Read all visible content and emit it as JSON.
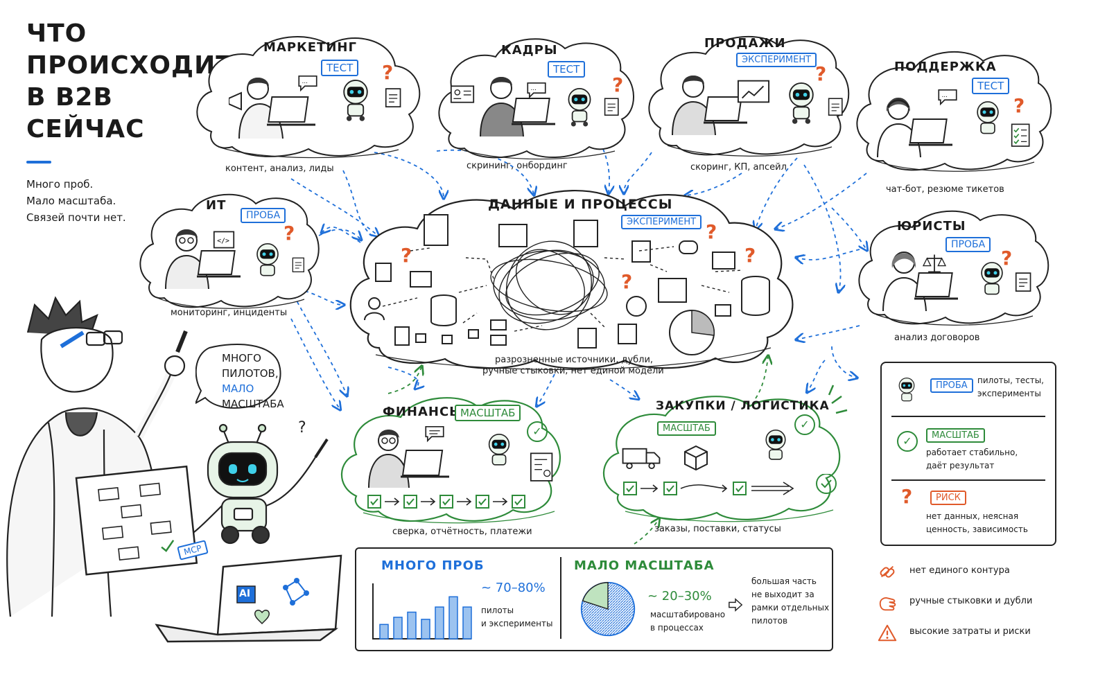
{
  "title": {
    "line1": "ЧТО",
    "line2": "ПРОИСХОДИТ",
    "line3": "В B2B",
    "line4": "СЕЙЧАС"
  },
  "subtitle": {
    "line1": "Много проб.",
    "line2": "Мало масштаба.",
    "line3": "Связей почти нет."
  },
  "departments": {
    "marketing": {
      "name": "МАРКЕТИНГ",
      "badge": "ТЕСТ",
      "caption": "контент, анализ, лиды",
      "mark": "?"
    },
    "hr": {
      "name": "КАДРЫ",
      "badge": "ТЕСТ",
      "caption": "скрининг, онбординг",
      "mark": "?"
    },
    "sales": {
      "name": "ПРОДАЖИ",
      "badge": "ЭКСПЕРИМЕНТ",
      "caption": "скоринг, КП, апсейл",
      "mark": "?"
    },
    "support": {
      "name": "ПОДДЕРЖКА",
      "badge": "ТЕСТ",
      "caption": "чат-бот, резюме тикетов",
      "mark": "?"
    },
    "it": {
      "name": "ИТ",
      "badge": "ПРОБА",
      "caption": "мониторинг, инциденты",
      "mark": "?"
    },
    "legal": {
      "name": "ЮРИСТЫ",
      "badge": "ПРОБА",
      "caption": "анализ договоров",
      "mark": "?"
    },
    "finance": {
      "name": "ФИНАНСЫ",
      "badge": "МАСШТАБ",
      "caption": "сверка, отчётность, платежи"
    },
    "procurement": {
      "name": "ЗАКУПКИ / ЛОГИСТИКА",
      "badge": "МАСШТАБ",
      "caption": "заказы, поставки, статусы"
    }
  },
  "data_core": {
    "name": "ДАННЫЕ И ПРОЦЕССЫ",
    "badge": "ЭКСПЕРИМЕНТ",
    "caption_line1": "разрозненные источники, дубли,",
    "caption_line2": "ручные стыковки, нет единой модели",
    "mark": "?"
  },
  "speech": {
    "line1": "МНОГО",
    "line2": "ПИЛОТОВ,",
    "line3": "МАЛО",
    "line4": "МАСШТАБА"
  },
  "robot_tag": "MCP",
  "laptop_label": "AI",
  "legend": {
    "pilot": {
      "badge": "ПРОБА",
      "line1": "пилоты, тесты,",
      "line2": "эксперименты"
    },
    "scale": {
      "badge": "МАСШТАБ",
      "line1": "работает стабильно,",
      "line2": "даёт результат"
    },
    "risk": {
      "badge": "РИСК",
      "mark": "?",
      "line1": "нет данных, неясная",
      "line2": "ценность, зависимость"
    }
  },
  "stats": {
    "left_heading": "МНОГО ПРОБ",
    "left_percent": "~ 70–80%",
    "left_line1": "пилоты",
    "left_line2": "и эксперименты",
    "right_heading": "МАЛО МАСШТАБА",
    "right_percent": "~ 20–30%",
    "right_line1": "масштабировано",
    "right_line2": "в процессах",
    "note_line1": "большая часть",
    "note_line2": "не выходит за",
    "note_line3": "рамки отдельных",
    "note_line4": "пилотов",
    "bars": [
      0.28,
      0.42,
      0.52,
      0.38,
      0.62,
      0.82,
      0.62
    ]
  },
  "issues": [
    {
      "label": "нет единого контура",
      "icon": "broken-link-icon"
    },
    {
      "label": "ручные стыковки и дубли",
      "icon": "hand-icon"
    },
    {
      "label": "высокие затраты и риски",
      "icon": "warning-icon"
    }
  ],
  "colors": {
    "blue": "#1e6fd9",
    "green": "#2e8b3a",
    "orange": "#e05a2a"
  }
}
